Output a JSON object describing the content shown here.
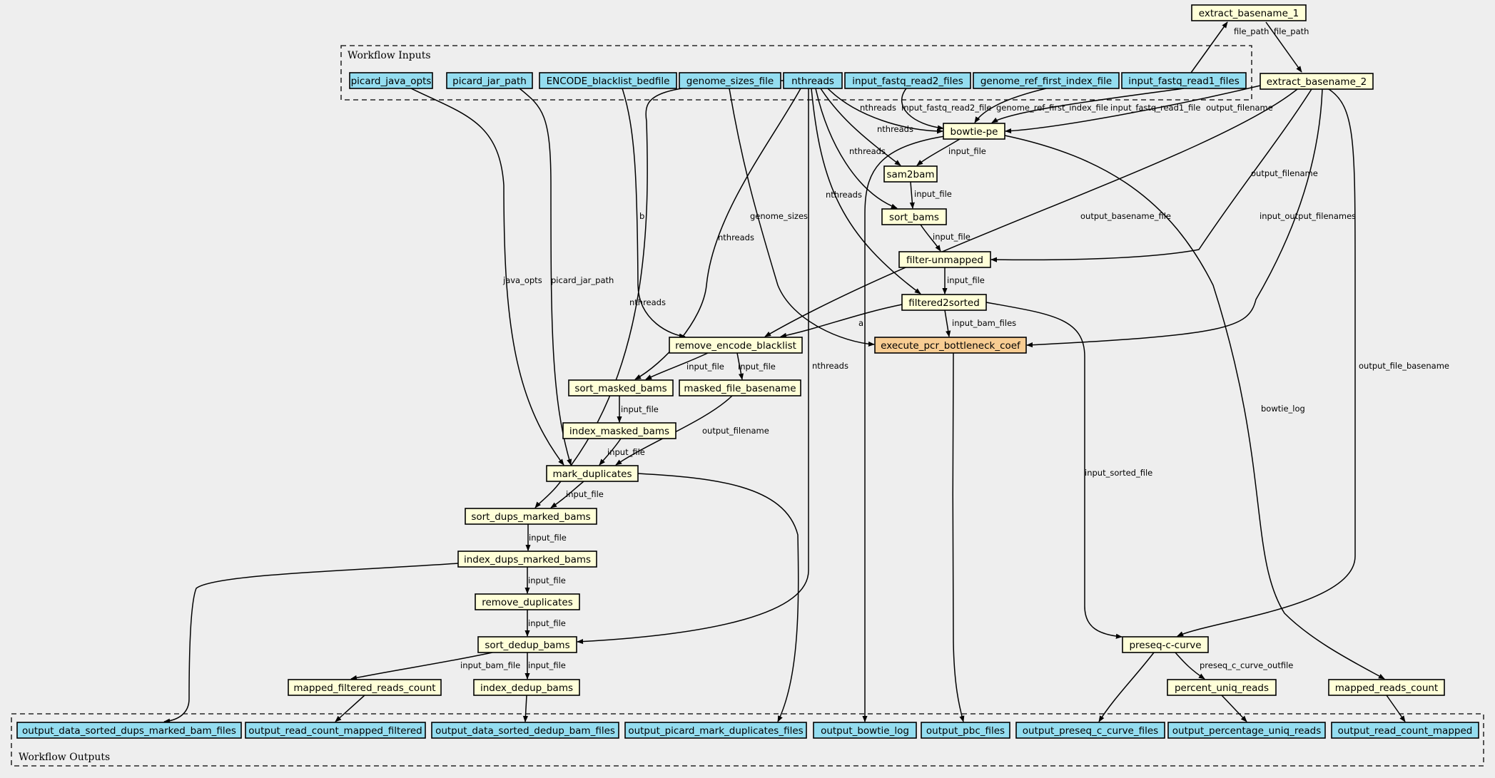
{
  "colors": {
    "background": "#eeeeee",
    "input": "#94ddf0",
    "output": "#94ddf0",
    "step": "#ffffd8",
    "highlight": "#f8cd93"
  },
  "clusters": {
    "inputs": "Workflow Inputs",
    "outputs": "Workflow Outputs"
  },
  "nodes": {
    "extract_basename_1": {
      "label": "extract_basename_1",
      "kind": "step"
    },
    "extract_basename_2": {
      "label": "extract_basename_2",
      "kind": "step"
    },
    "picard_java_opts": {
      "label": "picard_java_opts",
      "kind": "input"
    },
    "picard_jar_path": {
      "label": "picard_jar_path",
      "kind": "input"
    },
    "encode_blacklist_bedfile": {
      "label": "ENCODE_blacklist_bedfile",
      "kind": "input"
    },
    "genome_sizes_file": {
      "label": "genome_sizes_file",
      "kind": "input"
    },
    "nthreads": {
      "label": "nthreads",
      "kind": "input"
    },
    "input_fastq_read2_files": {
      "label": "input_fastq_read2_files",
      "kind": "input"
    },
    "genome_ref_first_index_file": {
      "label": "genome_ref_first_index_file",
      "kind": "input"
    },
    "input_fastq_read1_files": {
      "label": "input_fastq_read1_files",
      "kind": "input"
    },
    "bowtie_pe": {
      "label": "bowtie-pe",
      "kind": "step"
    },
    "sam2bam": {
      "label": "sam2bam",
      "kind": "step"
    },
    "sort_bams": {
      "label": "sort_bams",
      "kind": "step"
    },
    "filter_unmapped": {
      "label": "filter-unmapped",
      "kind": "step"
    },
    "filtered2sorted": {
      "label": "filtered2sorted",
      "kind": "step"
    },
    "execute_pcr_bottleneck_coef": {
      "label": "execute_pcr_bottleneck_coef",
      "kind": "highlight"
    },
    "remove_encode_blacklist": {
      "label": "remove_encode_blacklist",
      "kind": "step"
    },
    "sort_masked_bams": {
      "label": "sort_masked_bams",
      "kind": "step"
    },
    "masked_file_basename": {
      "label": "masked_file_basename",
      "kind": "step"
    },
    "index_masked_bams": {
      "label": "index_masked_bams",
      "kind": "step"
    },
    "mark_duplicates": {
      "label": "mark_duplicates",
      "kind": "step"
    },
    "sort_dups_marked_bams": {
      "label": "sort_dups_marked_bams",
      "kind": "step"
    },
    "index_dups_marked_bams": {
      "label": "index_dups_marked_bams",
      "kind": "step"
    },
    "remove_duplicates": {
      "label": "remove_duplicates",
      "kind": "step"
    },
    "sort_dedup_bams": {
      "label": "sort_dedup_bams",
      "kind": "step"
    },
    "mapped_filtered_reads_count": {
      "label": "mapped_filtered_reads_count",
      "kind": "step"
    },
    "index_dedup_bams": {
      "label": "index_dedup_bams",
      "kind": "step"
    },
    "preseq_c_curve": {
      "label": "preseq-c-curve",
      "kind": "step"
    },
    "percent_uniq_reads": {
      "label": "percent_uniq_reads",
      "kind": "step"
    },
    "mapped_reads_count": {
      "label": "mapped_reads_count",
      "kind": "step"
    },
    "out_sorted_dups_marked": {
      "label": "output_data_sorted_dups_marked_bam_files",
      "kind": "output"
    },
    "out_read_count_mapped_filtered": {
      "label": "output_read_count_mapped_filtered",
      "kind": "output"
    },
    "out_sorted_dedup": {
      "label": "output_data_sorted_dedup_bam_files",
      "kind": "output"
    },
    "out_picard_mark_duplicates": {
      "label": "output_picard_mark_duplicates_files",
      "kind": "output"
    },
    "out_bowtie_log": {
      "label": "output_bowtie_log",
      "kind": "output"
    },
    "out_pbc_files": {
      "label": "output_pbc_files",
      "kind": "output"
    },
    "out_preseq_c_curve": {
      "label": "output_preseq_c_curve_files",
      "kind": "output"
    },
    "out_percentage_uniq_reads": {
      "label": "output_percentage_uniq_reads",
      "kind": "output"
    },
    "out_read_count_mapped": {
      "label": "output_read_count_mapped",
      "kind": "output"
    }
  },
  "edges": [
    {
      "from": "input_fastq_read1_files",
      "to": "extract_basename_1",
      "label": "file_path"
    },
    {
      "from": "extract_basename_1",
      "to": "extract_basename_2",
      "label": "file_path"
    },
    {
      "from": "nthreads",
      "to": "bowtie_pe",
      "label": "nthreads"
    },
    {
      "from": "input_fastq_read2_files",
      "to": "bowtie_pe",
      "label": "input_fastq_read2_file"
    },
    {
      "from": "genome_ref_first_index_file",
      "to": "bowtie_pe",
      "label": "genome_ref_first_index_file"
    },
    {
      "from": "input_fastq_read1_files",
      "to": "bowtie_pe",
      "label": "input_fastq_read1_file"
    },
    {
      "from": "extract_basename_2",
      "to": "bowtie_pe",
      "label": "output_filename"
    },
    {
      "from": "nthreads",
      "to": "sam2bam",
      "label": "nthreads"
    },
    {
      "from": "bowtie_pe",
      "to": "sam2bam",
      "label": "input_file"
    },
    {
      "from": "nthreads",
      "to": "sort_bams",
      "label": "nthreads"
    },
    {
      "from": "sam2bam",
      "to": "sort_bams",
      "label": "input_file"
    },
    {
      "from": "sort_bams",
      "to": "filter_unmapped",
      "label": "input_file"
    },
    {
      "from": "extract_basename_2",
      "to": "filter_unmapped",
      "label": "output_filename"
    },
    {
      "from": "filter_unmapped",
      "to": "filtered2sorted",
      "label": "input_file"
    },
    {
      "from": "nthreads",
      "to": "filtered2sorted",
      "label": "nthreads"
    },
    {
      "from": "filtered2sorted",
      "to": "execute_pcr_bottleneck_coef",
      "label": "input_bam_files"
    },
    {
      "from": "genome_sizes_file",
      "to": "execute_pcr_bottleneck_coef",
      "label": "genome_sizes"
    },
    {
      "from": "extract_basename_2",
      "to": "execute_pcr_bottleneck_coef",
      "label": "input_output_filenames"
    },
    {
      "from": "filtered2sorted",
      "to": "remove_encode_blacklist",
      "label": "a"
    },
    {
      "from": "encode_blacklist_bedfile",
      "to": "remove_encode_blacklist",
      "label": "b"
    },
    {
      "from": "extract_basename_2",
      "to": "remove_encode_blacklist",
      "label": "output_basename_file"
    },
    {
      "from": "remove_encode_blacklist",
      "to": "sort_masked_bams",
      "label": "input_file"
    },
    {
      "from": "nthreads",
      "to": "sort_masked_bams",
      "label": "nthreads"
    },
    {
      "from": "remove_encode_blacklist",
      "to": "masked_file_basename",
      "label": "input_file"
    },
    {
      "from": "sort_masked_bams",
      "to": "index_masked_bams",
      "label": "input_file"
    },
    {
      "from": "index_masked_bams",
      "to": "mark_duplicates",
      "label": "input_file"
    },
    {
      "from": "masked_file_basename",
      "to": "mark_duplicates",
      "label": "output_filename"
    },
    {
      "from": "picard_java_opts",
      "to": "mark_duplicates",
      "label": "java_opts"
    },
    {
      "from": "picard_jar_path",
      "to": "mark_duplicates",
      "label": "picard_jar_path"
    },
    {
      "from": "mark_duplicates",
      "to": "sort_dups_marked_bams",
      "label": "input_file"
    },
    {
      "from": "nthreads",
      "to": "sort_dups_marked_bams",
      "label": "nthreads"
    },
    {
      "from": "sort_dups_marked_bams",
      "to": "index_dups_marked_bams",
      "label": "input_file"
    },
    {
      "from": "index_dups_marked_bams",
      "to": "remove_duplicates",
      "label": "input_file"
    },
    {
      "from": "remove_duplicates",
      "to": "sort_dedup_bams",
      "label": "input_file"
    },
    {
      "from": "nthreads",
      "to": "sort_dedup_bams",
      "label": "nthreads"
    },
    {
      "from": "sort_dedup_bams",
      "to": "mapped_filtered_reads_count",
      "label": "input_bam_file"
    },
    {
      "from": "sort_dedup_bams",
      "to": "index_dedup_bams",
      "label": "input_file"
    },
    {
      "from": "filtered2sorted",
      "to": "preseq_c_curve",
      "label": "input_sorted_file"
    },
    {
      "from": "extract_basename_2",
      "to": "preseq_c_curve",
      "label": "output_file_basename"
    },
    {
      "from": "preseq_c_curve",
      "to": "percent_uniq_reads",
      "label": "preseq_c_curve_outfile"
    },
    {
      "from": "bowtie_pe",
      "to": "mapped_reads_count",
      "label": "bowtie_log"
    },
    {
      "from": "index_dups_marked_bams",
      "to": "out_sorted_dups_marked",
      "label": ""
    },
    {
      "from": "mapped_filtered_reads_count",
      "to": "out_read_count_mapped_filtered",
      "label": ""
    },
    {
      "from": "index_dedup_bams",
      "to": "out_sorted_dedup",
      "label": ""
    },
    {
      "from": "mark_duplicates",
      "to": "out_picard_mark_duplicates",
      "label": ""
    },
    {
      "from": "bowtie_pe",
      "to": "out_bowtie_log",
      "label": ""
    },
    {
      "from": "execute_pcr_bottleneck_coef",
      "to": "out_pbc_files",
      "label": ""
    },
    {
      "from": "preseq_c_curve",
      "to": "out_preseq_c_curve",
      "label": ""
    },
    {
      "from": "percent_uniq_reads",
      "to": "out_percentage_uniq_reads",
      "label": ""
    },
    {
      "from": "mapped_reads_count",
      "to": "out_read_count_mapped",
      "label": ""
    }
  ]
}
